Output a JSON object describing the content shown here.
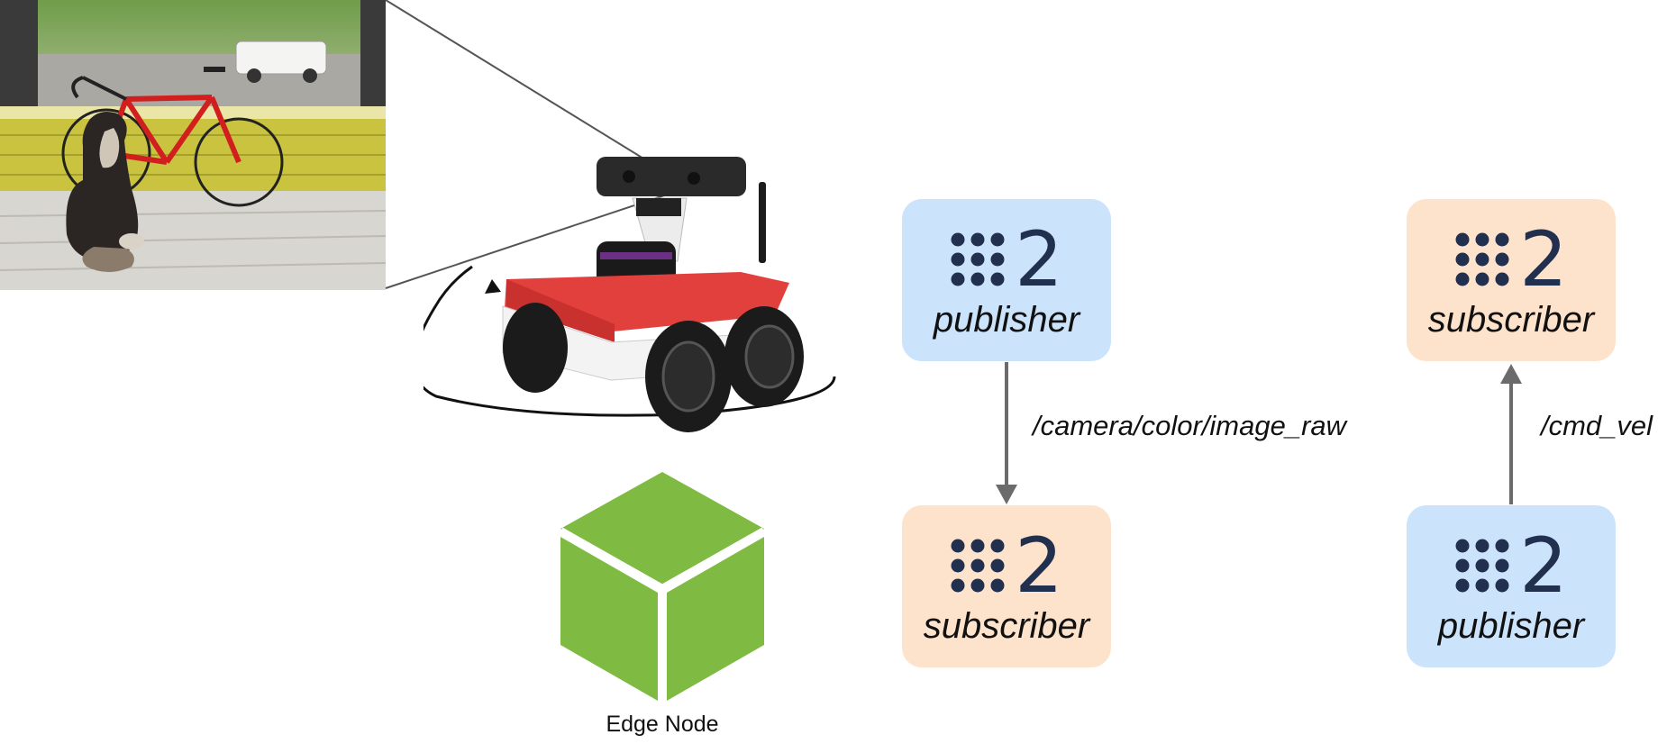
{
  "colors": {
    "publisher_fill": "#cce4fb",
    "subscriber_fill": "#fde3cb",
    "ros_logo": "#22304f",
    "arrow": "#6b6b6b",
    "edge_cube": "#7fbb42",
    "robot_body": "#e2403c"
  },
  "nodes": [
    {
      "id": "publisher-1",
      "logo_text": "2",
      "role": "publisher",
      "kind": "publisher"
    },
    {
      "id": "subscriber-1",
      "logo_text": "2",
      "role": "subscriber",
      "kind": "subscriber"
    },
    {
      "id": "subscriber-2",
      "logo_text": "2",
      "role": "subscriber",
      "kind": "subscriber"
    },
    {
      "id": "publisher-2",
      "logo_text": "2",
      "role": "publisher",
      "kind": "publisher"
    }
  ],
  "topics": [
    {
      "name": "/camera/color/image_raw",
      "direction": "down"
    },
    {
      "name": "/cmd_vel",
      "direction": "up"
    }
  ],
  "edge_node": {
    "label": "Edge Node",
    "icon": "cube-icon"
  },
  "camera_view": {
    "icon": "camera-image-dog-bicycle"
  },
  "robot": {
    "icon": "mobile-robot-with-depth-camera",
    "motion": "rotation-arrow-icon"
  }
}
